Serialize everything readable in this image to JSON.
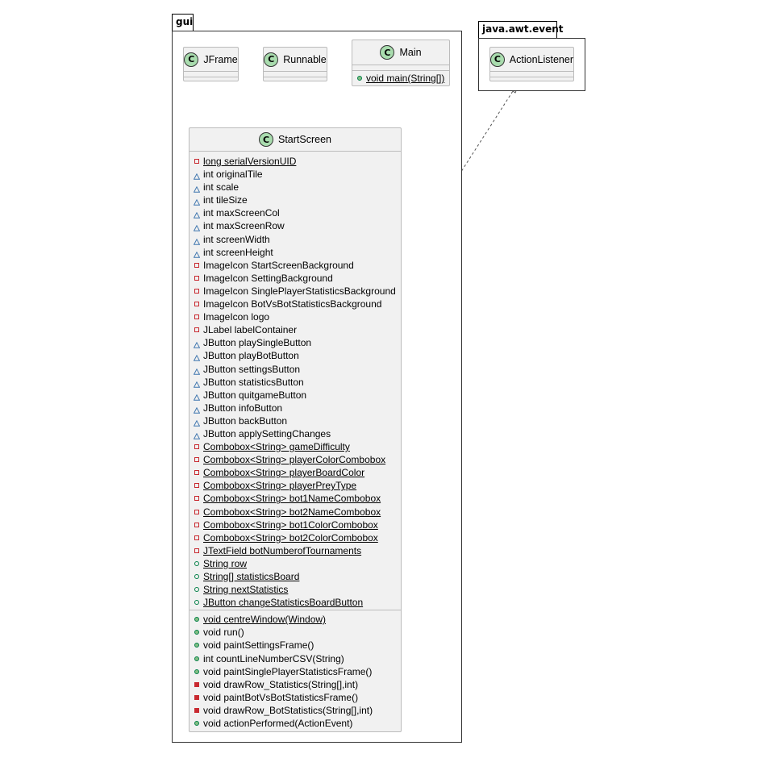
{
  "packages": {
    "gui": "gui",
    "awt": "java.awt.event"
  },
  "classes": {
    "jframe": "JFrame",
    "runnable": "Runnable",
    "main": "Main",
    "action_listener": "ActionListener",
    "start_screen": "StartScreen"
  },
  "badge_letter": "C",
  "main_methods": [
    {
      "text": "void main(String[])",
      "vis": "pub-method",
      "static": true
    }
  ],
  "fields": [
    {
      "text": "long serialVersionUID",
      "vis": "priv",
      "static": true
    },
    {
      "text": "int originalTile",
      "vis": "pkg",
      "static": false
    },
    {
      "text": "int scale",
      "vis": "pkg",
      "static": false
    },
    {
      "text": "int tileSize",
      "vis": "pkg",
      "static": false
    },
    {
      "text": "int maxScreenCol",
      "vis": "pkg",
      "static": false
    },
    {
      "text": "int maxScreenRow",
      "vis": "pkg",
      "static": false
    },
    {
      "text": "int screenWidth",
      "vis": "pkg",
      "static": false
    },
    {
      "text": "int screenHeight",
      "vis": "pkg",
      "static": false
    },
    {
      "text": "ImageIcon StartScreenBackground",
      "vis": "priv",
      "static": false
    },
    {
      "text": "ImageIcon SettingBackground",
      "vis": "priv",
      "static": false
    },
    {
      "text": "ImageIcon SinglePlayerStatisticsBackground",
      "vis": "priv",
      "static": false
    },
    {
      "text": "ImageIcon BotVsBotStatisticsBackground",
      "vis": "priv",
      "static": false
    },
    {
      "text": "ImageIcon logo",
      "vis": "priv",
      "static": false
    },
    {
      "text": "JLabel labelContainer",
      "vis": "priv",
      "static": false
    },
    {
      "text": "JButton playSingleButton",
      "vis": "pkg",
      "static": false
    },
    {
      "text": "JButton playBotButton",
      "vis": "pkg",
      "static": false
    },
    {
      "text": "JButton settingsButton",
      "vis": "pkg",
      "static": false
    },
    {
      "text": "JButton statisticsButton",
      "vis": "pkg",
      "static": false
    },
    {
      "text": "JButton quitgameButton",
      "vis": "pkg",
      "static": false
    },
    {
      "text": "JButton infoButton",
      "vis": "pkg",
      "static": false
    },
    {
      "text": "JButton backButton",
      "vis": "pkg",
      "static": false
    },
    {
      "text": "JButton applySettingChanges",
      "vis": "pkg",
      "static": false
    },
    {
      "text": "Combobox<String> gameDifficulty",
      "vis": "priv",
      "static": true
    },
    {
      "text": "Combobox<String> playerColorCombobox",
      "vis": "priv",
      "static": true
    },
    {
      "text": "Combobox<String> playerBoardColor",
      "vis": "priv",
      "static": true
    },
    {
      "text": "Combobox<String> playerPreyType",
      "vis": "priv",
      "static": true
    },
    {
      "text": "Combobox<String> bot1NameCombobox",
      "vis": "priv",
      "static": true
    },
    {
      "text": "Combobox<String> bot2NameCombobox",
      "vis": "priv",
      "static": true
    },
    {
      "text": "Combobox<String> bot1ColorCombobox",
      "vis": "priv",
      "static": true
    },
    {
      "text": "Combobox<String> bot2ColorCombobox",
      "vis": "priv",
      "static": true
    },
    {
      "text": "JTextField botNumberofTournaments",
      "vis": "priv",
      "static": true
    },
    {
      "text": "String row",
      "vis": "pub-field",
      "static": true
    },
    {
      "text": "String[] statisticsBoard",
      "vis": "pub-field",
      "static": true
    },
    {
      "text": "String nextStatistics",
      "vis": "pub-field",
      "static": true
    },
    {
      "text": "JButton changeStatisticsBoardButton",
      "vis": "pub-field",
      "static": true
    }
  ],
  "methods": [
    {
      "text": "void centreWindow(Window)",
      "vis": "pub-method",
      "static": true
    },
    {
      "text": "void run()",
      "vis": "pub-method",
      "static": false
    },
    {
      "text": "void paintSettingsFrame()",
      "vis": "pub-method",
      "static": false
    },
    {
      "text": "int countLineNumberCSV(String)",
      "vis": "pub-method",
      "static": false
    },
    {
      "text": "void paintSinglePlayerStatisticsFrame()",
      "vis": "pub-method",
      "static": false
    },
    {
      "text": "void drawRow_Statistics(String[],int)",
      "vis": "priv-method",
      "static": false
    },
    {
      "text": "void paintBotVsBotStatisticsFrame()",
      "vis": "priv-method",
      "static": false
    },
    {
      "text": "void drawRow_BotStatistics(String[],int)",
      "vis": "priv-method",
      "static": false
    },
    {
      "text": "void actionPerformed(ActionEvent)",
      "vis": "pub-method",
      "static": false
    }
  ],
  "colors": {
    "class_fill": "#f1f1f1",
    "class_border": "#bcbcbc",
    "badge_fill": "#a9dcae",
    "private": "#c82930",
    "public": "#038048",
    "package": "#4177af"
  }
}
